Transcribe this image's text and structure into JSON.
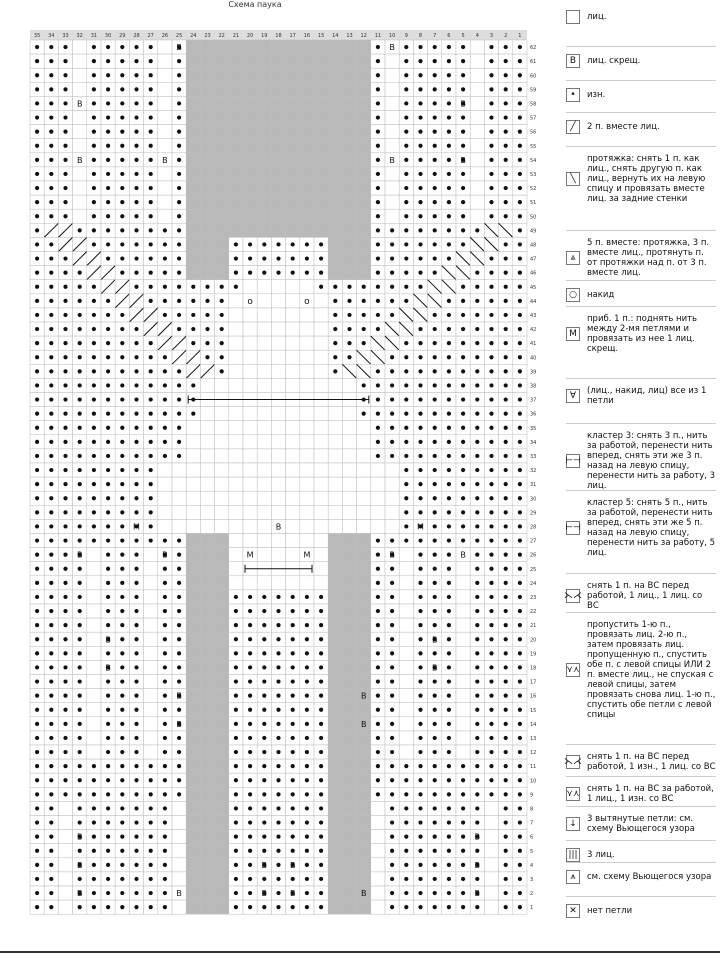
{
  "title": "Схема паука",
  "columns": [
    "35",
    "34",
    "33",
    "32",
    "31",
    "30",
    "29",
    "28",
    "27",
    "26",
    "25",
    "24",
    "23",
    "22",
    "21",
    "20",
    "19",
    "18",
    "17",
    "16",
    "15",
    "14",
    "13",
    "12",
    "11",
    "10",
    "9",
    "8",
    "7",
    "6",
    "5",
    "4",
    "3",
    "2",
    "1"
  ],
  "rows": [
    "62",
    "61",
    "60",
    "59",
    "58",
    "57",
    "56",
    "55",
    "54",
    "53",
    "52",
    "51",
    "50",
    "49",
    "48",
    "47",
    "46",
    "45",
    "44",
    "43",
    "42",
    "41",
    "40",
    "39",
    "38",
    "37",
    "36",
    "35",
    "34",
    "33",
    "32",
    "31",
    "30",
    "29",
    "28",
    "27",
    "26",
    "25",
    "24",
    "23",
    "22",
    "21",
    "20",
    "19",
    "18",
    "17",
    "16",
    "15",
    "14",
    "13",
    "12",
    "11",
    "10",
    "9",
    "8",
    "7",
    "6",
    "5",
    "4",
    "3",
    "2",
    "1"
  ],
  "grid_marks": {
    "b": "В",
    "m": "M",
    "o": "о"
  },
  "legend": [
    {
      "symbol": "",
      "text": "лиц."
    },
    {
      "symbol": "В",
      "text": "лиц. скрещ."
    },
    {
      "symbol": "•",
      "text": "изн."
    },
    {
      "symbol": "╱",
      "text": "2 п. вместе лиц."
    },
    {
      "symbol": "╲",
      "text": "протяжка: снять 1 п. как лиц., снять другую п. как лиц., вернуть их на левую спицу и провязать вместе лиц. за задние стенки"
    },
    {
      "symbol": "⩓",
      "text": "5 п. вместе: протяжка, 3 п. вместе лиц., протянуть п. от протяжки над п. от 3 п. вместе лиц."
    },
    {
      "symbol": "○",
      "text": "накид"
    },
    {
      "symbol": "М",
      "text": "приб. 1 п.: поднять нить между 2-мя петлями и провязать из нее 1 лиц. скрещ."
    },
    {
      "symbol": "∀",
      "text": "(лиц., накид, лиц) все из 1 петли"
    },
    {
      "symbol": "⊢⊣",
      "text": "кластер 3: снять 3 п., нить за работой, перенести нить вперед, снять эти же 3 п. назад на левую спицу, перенести нить за работу, 3 лиц."
    },
    {
      "symbol": "⊢⊣",
      "text": "кластер 5: снять 5 п., нить за работой, перенести нить вперед, снять эти же 5 п. назад на левую спицу, перенести нить за работу, 5 лиц."
    },
    {
      "symbol": "⋋⋌",
      "text": "снять 1 п. на ВС перед работой, 1 лиц., 1 лиц. со ВС"
    },
    {
      "symbol": "⋎⋏",
      "text": "пропустить 1-ю п., провязать лиц. 2-ю п., затем провязать лиц. пропущенную п., спустить обе п. с левой спицы ИЛИ 2 п. вместе лиц., не спуская с левой спицы, затем провязать снова лиц. 1-ю п., спустить обе петли с левой спицы"
    },
    {
      "symbol": "⋋⋌",
      "text": "снять 1 п. на ВС перед работой, 1 изн., 1 лиц. со ВС"
    },
    {
      "symbol": "⋎⋏",
      "text": "снять 1 п. на ВС за работой, 1 лиц., 1 изн. со ВС"
    },
    {
      "symbol": "↓",
      "text": "3 вытянутые петли: см. схему Вьющегося узора"
    },
    {
      "symbol": "|||",
      "text": "3 лиц."
    },
    {
      "symbol": "⩚",
      "text": "см. схему Вьющегося узора"
    },
    {
      "symbol": "✕",
      "text": "нет петли"
    }
  ],
  "colors": {
    "grid_line": "#bdbdbd",
    "no_stitch": "#b9b9b9",
    "purl_dot": "#111111",
    "header_band": "#dddddd"
  }
}
